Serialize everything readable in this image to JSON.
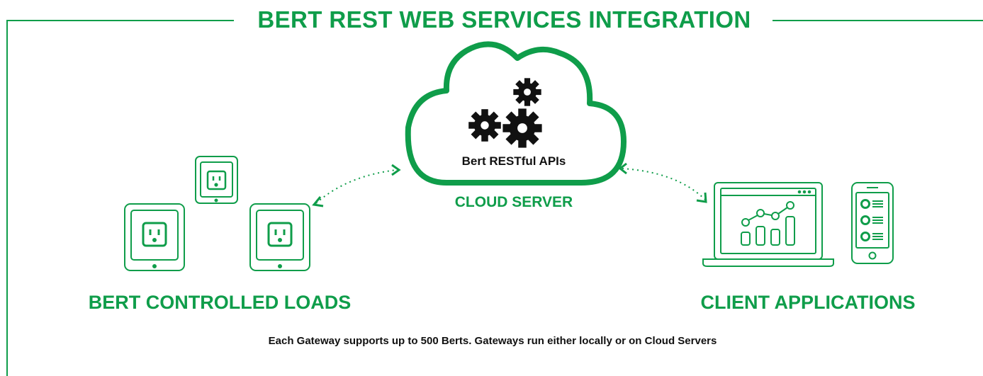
{
  "title": "BERT REST WEB SERVICES INTEGRATION",
  "cloud": {
    "inner_text": "Bert RESTful APIs",
    "label": "CLOUD SERVER"
  },
  "loads": {
    "label": "BERT CONTROLLED LOADS"
  },
  "clients": {
    "label": "CLIENT APPLICATIONS"
  },
  "footnote": "Each Gateway supports up to 500 Berts. Gateways run either locally or on Cloud Servers",
  "colors": {
    "brand_green": "#0f9d4a",
    "text_dark": "#111111"
  },
  "icons": [
    "gear-icon",
    "cloud-icon",
    "power-outlet-icon",
    "laptop-icon",
    "smartphone-icon",
    "bidirectional-arrow-icon"
  ]
}
